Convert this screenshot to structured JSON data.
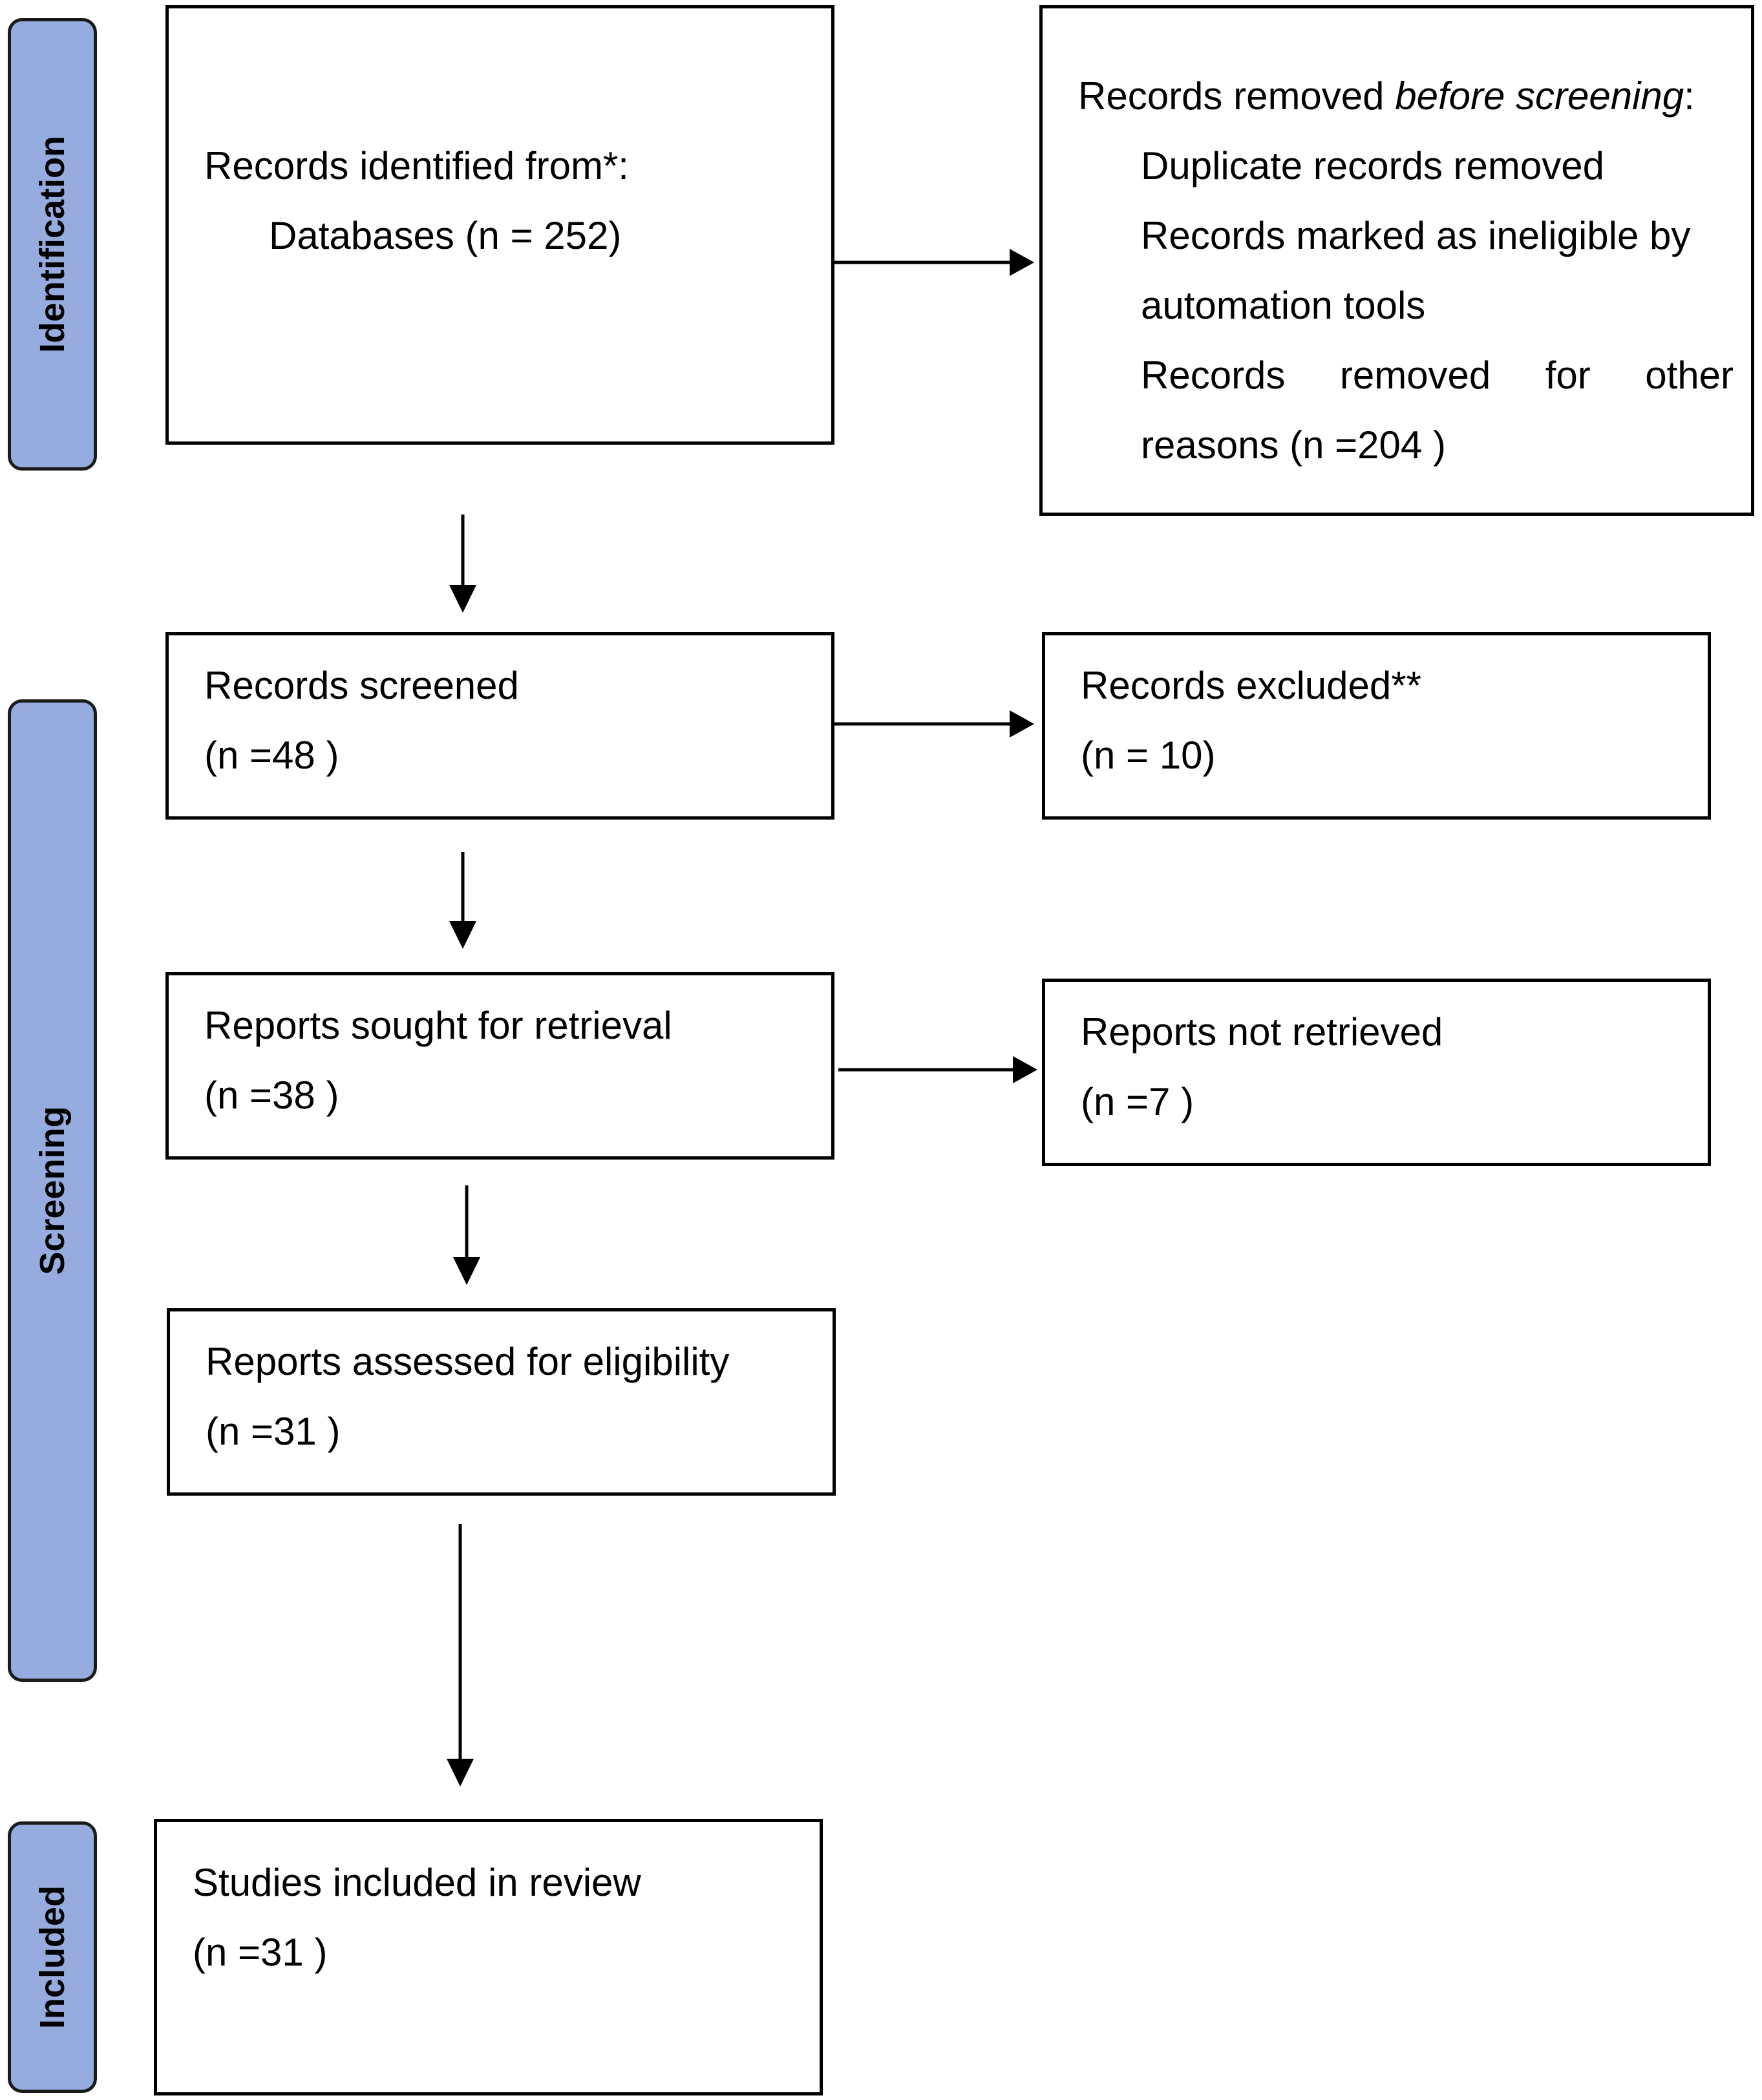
{
  "phases": {
    "identification": "Identification",
    "screening": "Screening",
    "included": "Included"
  },
  "boxes": {
    "records_identified": {
      "line1": "Records identified from*:",
      "line2": "Databases (n = 252)"
    },
    "records_removed": {
      "title_pre": "Records removed ",
      "title_em": "before screening",
      "title_post": ":",
      "duplicates": "Duplicate records removed",
      "ineligible_a": "Records marked as ineligible by",
      "ineligible_b": "automation tools",
      "other_w1": "Records",
      "other_w2": "removed",
      "other_w3": "for",
      "other_w4": "other",
      "other_b": "reasons (n =204 )"
    },
    "records_screened": {
      "line1": "Records screened",
      "line2": "(n =48 )"
    },
    "records_excluded": {
      "line1": "Records excluded**",
      "line2": "(n = 10)"
    },
    "reports_sought": {
      "line1": "Reports sought for retrieval",
      "line2": "(n =38 )"
    },
    "reports_not_retrieved": {
      "line1": "Reports not retrieved",
      "line2": "(n =7 )"
    },
    "reports_assessed": {
      "line1": "Reports assessed for eligibility",
      "line2": "(n =31 )"
    },
    "studies_included": {
      "line1": "Studies included in review",
      "line2": "(n =31 )"
    }
  },
  "colors": {
    "phase_fill": "#97ACDE",
    "border": "#000000"
  }
}
